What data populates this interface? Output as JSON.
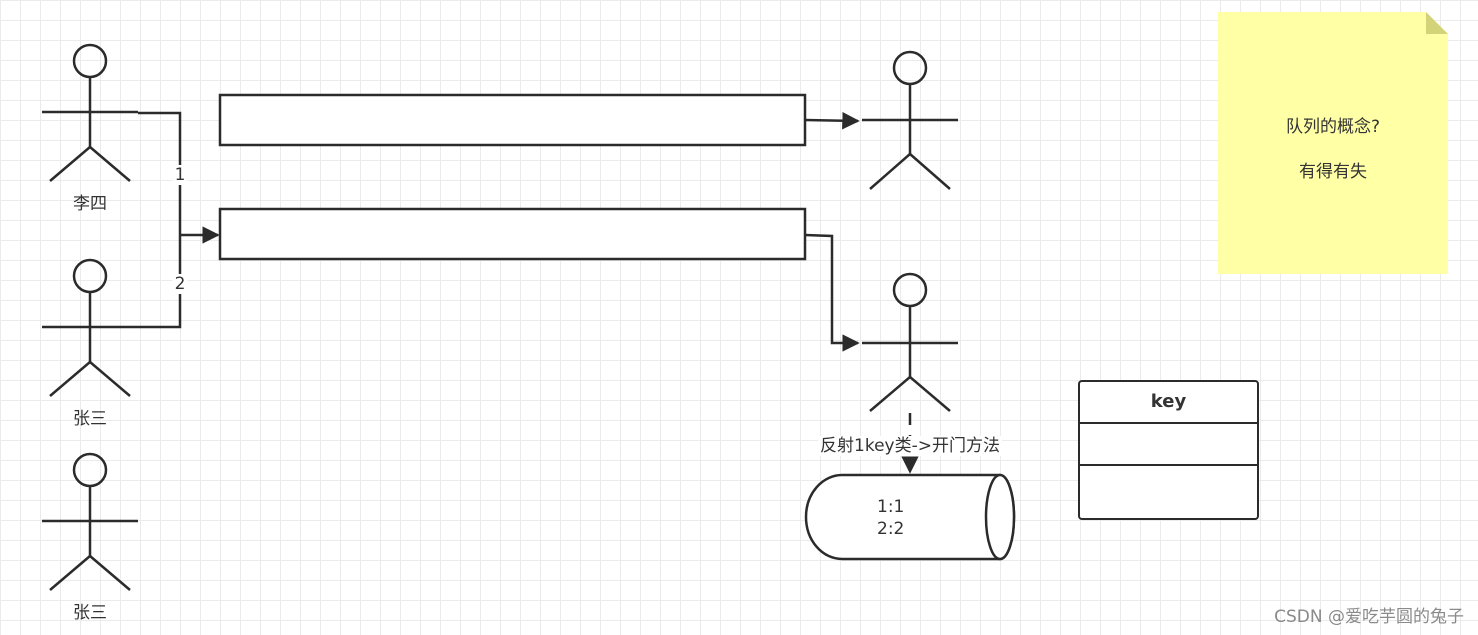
{
  "actors": [
    {
      "id": "actor-lisi",
      "label": "李四"
    },
    {
      "id": "actor-zhangsan-1",
      "label": "张三"
    },
    {
      "id": "actor-zhangsan-2",
      "label": "张三"
    },
    {
      "id": "actor-right-top",
      "label": ""
    },
    {
      "id": "actor-right-bottom",
      "label": ""
    }
  ],
  "edge_labels": {
    "one": "1",
    "two": "2",
    "reflect": "反射1key类->开门方法"
  },
  "database": {
    "line1": "1:1",
    "line2": "2:2"
  },
  "note": {
    "line1": "队列的概念?",
    "line2": "有得有失"
  },
  "class_box": {
    "title": "key"
  },
  "watermark": "CSDN @爱吃芋圆的兔子",
  "colors": {
    "stroke": "#2b2b2b",
    "note_fill": "#ffffa6",
    "grid": "#ebebeb"
  }
}
